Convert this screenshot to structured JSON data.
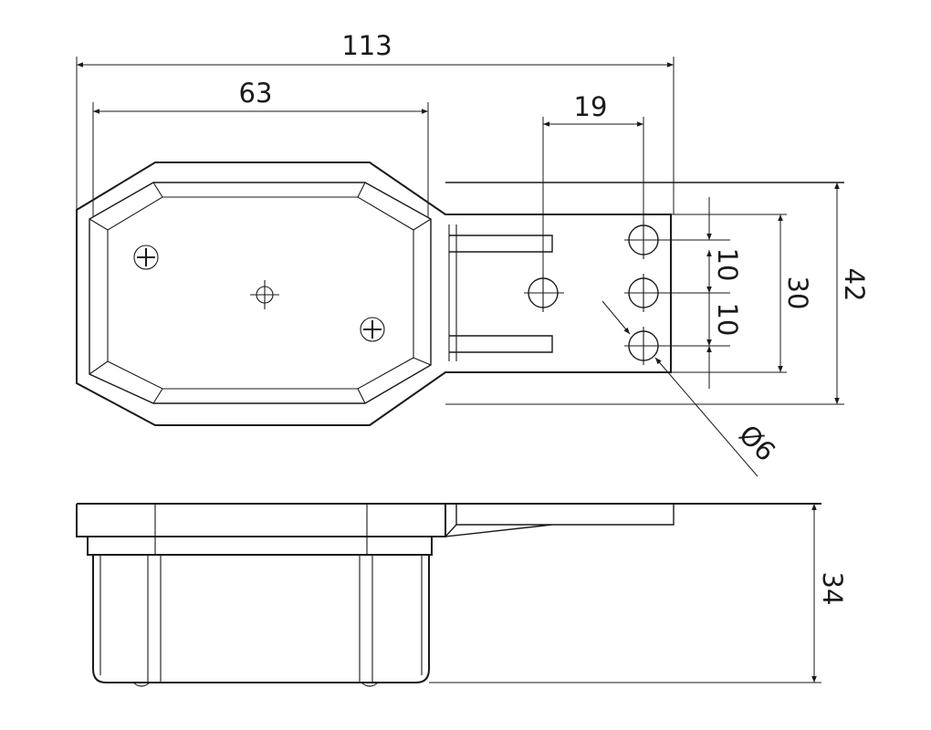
{
  "drawing": {
    "dimensions": {
      "overall_length": "113",
      "lamp_length": "63",
      "hole_spacing_horizontal": "19",
      "hole_pitch_upper": "10",
      "hole_pitch_lower": "10",
      "hole_span": "30",
      "overall_width": "42",
      "hole_diameter": "Ø6",
      "height": "34"
    }
  }
}
